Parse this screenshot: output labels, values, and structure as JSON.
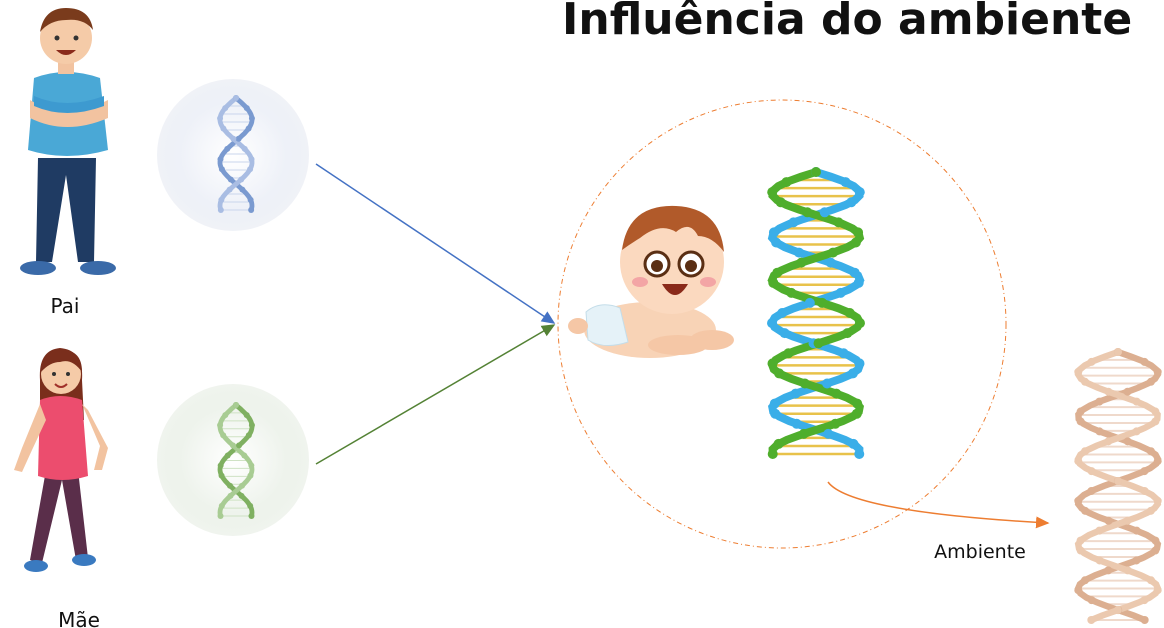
{
  "title": "Influência do ambiente",
  "labels": {
    "father": "Pai",
    "mother": "Mãe",
    "environment": "Ambiente"
  },
  "colors": {
    "father_arrow": "#4472c4",
    "mother_arrow": "#548235",
    "environment_arrow": "#ed7d31",
    "circle_border": "#ed7d31",
    "dna_blue": "#7a9ad0",
    "dna_green": "#7fb061",
    "dna_child_blue": "#3aaee8",
    "dna_child_green": "#4fae2c",
    "dna_rungs": "#e8c24a",
    "dna_env": "#d6a27e"
  },
  "icons": [
    "father-figure",
    "mother-figure",
    "baby-figure",
    "dna-icon"
  ]
}
